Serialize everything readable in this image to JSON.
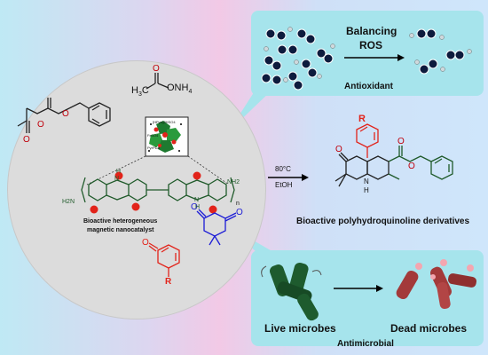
{
  "top_callout": {
    "balancing_line1": "Balancing",
    "balancing_line2": "ROS",
    "label": "Antioxidant"
  },
  "left_molecules": {
    "ammonium_acetate_ch3": "H",
    "ammonium_acetate_c": "C",
    "ammonium_acetate_onh4": "ONH",
    "catalyst_sup_3": "3",
    "catalyst_sup_4": "4"
  },
  "catalyst": {
    "inset_labels": [
      "[HPyrr]2HSO4",
      "Fe3O4",
      "PyrPDA"
    ],
    "amine_left": "H2N",
    "amine_right": "NH2",
    "n_label": "n",
    "nh_labels": [
      "H",
      "N",
      "N",
      "H"
    ],
    "caption_line1": "Bioactive heterogeneous",
    "caption_line2": "magnetic nanocatalyst"
  },
  "reaction": {
    "condition_temp": "80°C",
    "condition_solvent": "EtOH"
  },
  "product": {
    "r_label": "R",
    "n_label": "N",
    "h_label": "H",
    "caption": "Bioactive polyhydroquinoline derivatives"
  },
  "aldehyde": {
    "r_label": "R"
  },
  "bottom_callout": {
    "live_label": "Live microbes",
    "dead_label": "Dead microbes",
    "label": "Antimicrobial"
  },
  "colors": {
    "dark_green": "#1f5a2a",
    "bright_green": "#2e8b3a",
    "red": "#e2231a",
    "blue": "#1c1cd6",
    "callout": "#a6e4ec",
    "circle": "#dcdcdc"
  }
}
